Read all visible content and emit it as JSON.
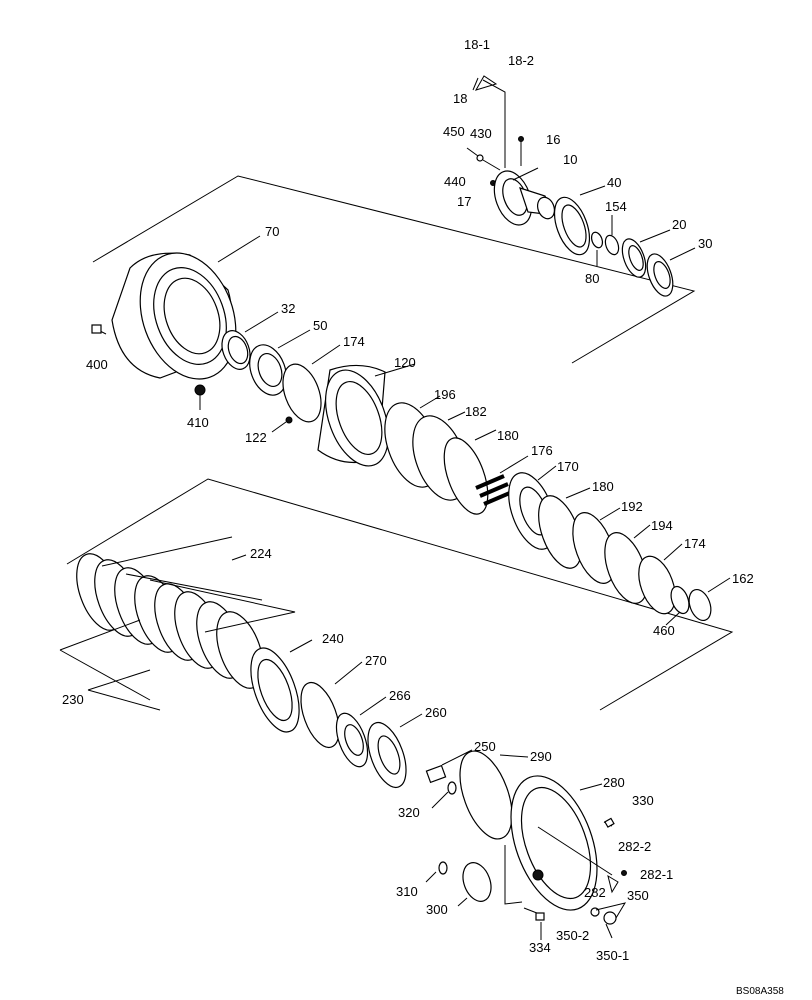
{
  "labels": [
    {
      "id": "18-1",
      "text": "18-1"
    },
    {
      "id": "18-2",
      "text": "18-2"
    },
    {
      "id": "18",
      "text": "18"
    },
    {
      "id": "16",
      "text": "16"
    },
    {
      "id": "450",
      "text": "450"
    },
    {
      "id": "430",
      "text": "430"
    },
    {
      "id": "10",
      "text": "10"
    },
    {
      "id": "440",
      "text": "440"
    },
    {
      "id": "17",
      "text": "17"
    },
    {
      "id": "40",
      "text": "40"
    },
    {
      "id": "154",
      "text": "154"
    },
    {
      "id": "80",
      "text": "80"
    },
    {
      "id": "20",
      "text": "20"
    },
    {
      "id": "30",
      "text": "30"
    },
    {
      "id": "70",
      "text": "70"
    },
    {
      "id": "32",
      "text": "32"
    },
    {
      "id": "50",
      "text": "50"
    },
    {
      "id": "174a",
      "text": "174"
    },
    {
      "id": "400",
      "text": "400"
    },
    {
      "id": "120",
      "text": "120"
    },
    {
      "id": "410",
      "text": "410"
    },
    {
      "id": "196",
      "text": "196"
    },
    {
      "id": "182",
      "text": "182"
    },
    {
      "id": "122",
      "text": "122"
    },
    {
      "id": "180a",
      "text": "180"
    },
    {
      "id": "176",
      "text": "176"
    },
    {
      "id": "170",
      "text": "170"
    },
    {
      "id": "180b",
      "text": "180"
    },
    {
      "id": "192",
      "text": "192"
    },
    {
      "id": "194",
      "text": "194"
    },
    {
      "id": "174b",
      "text": "174"
    },
    {
      "id": "162",
      "text": "162"
    },
    {
      "id": "460",
      "text": "460"
    },
    {
      "id": "224",
      "text": "224"
    },
    {
      "id": "230",
      "text": "230"
    },
    {
      "id": "240",
      "text": "240"
    },
    {
      "id": "270",
      "text": "270"
    },
    {
      "id": "266",
      "text": "266"
    },
    {
      "id": "260",
      "text": "260"
    },
    {
      "id": "250",
      "text": "250"
    },
    {
      "id": "290",
      "text": "290"
    },
    {
      "id": "320",
      "text": "320"
    },
    {
      "id": "280",
      "text": "280"
    },
    {
      "id": "330",
      "text": "330"
    },
    {
      "id": "282-2",
      "text": "282-2"
    },
    {
      "id": "282-1",
      "text": "282-1"
    },
    {
      "id": "310",
      "text": "310"
    },
    {
      "id": "282",
      "text": "282"
    },
    {
      "id": "350",
      "text": "350"
    },
    {
      "id": "300",
      "text": "300"
    },
    {
      "id": "350-2",
      "text": "350-2"
    },
    {
      "id": "334",
      "text": "334"
    },
    {
      "id": "350-1",
      "text": "350-1"
    }
  ],
  "drawing_code": "BS08A358"
}
